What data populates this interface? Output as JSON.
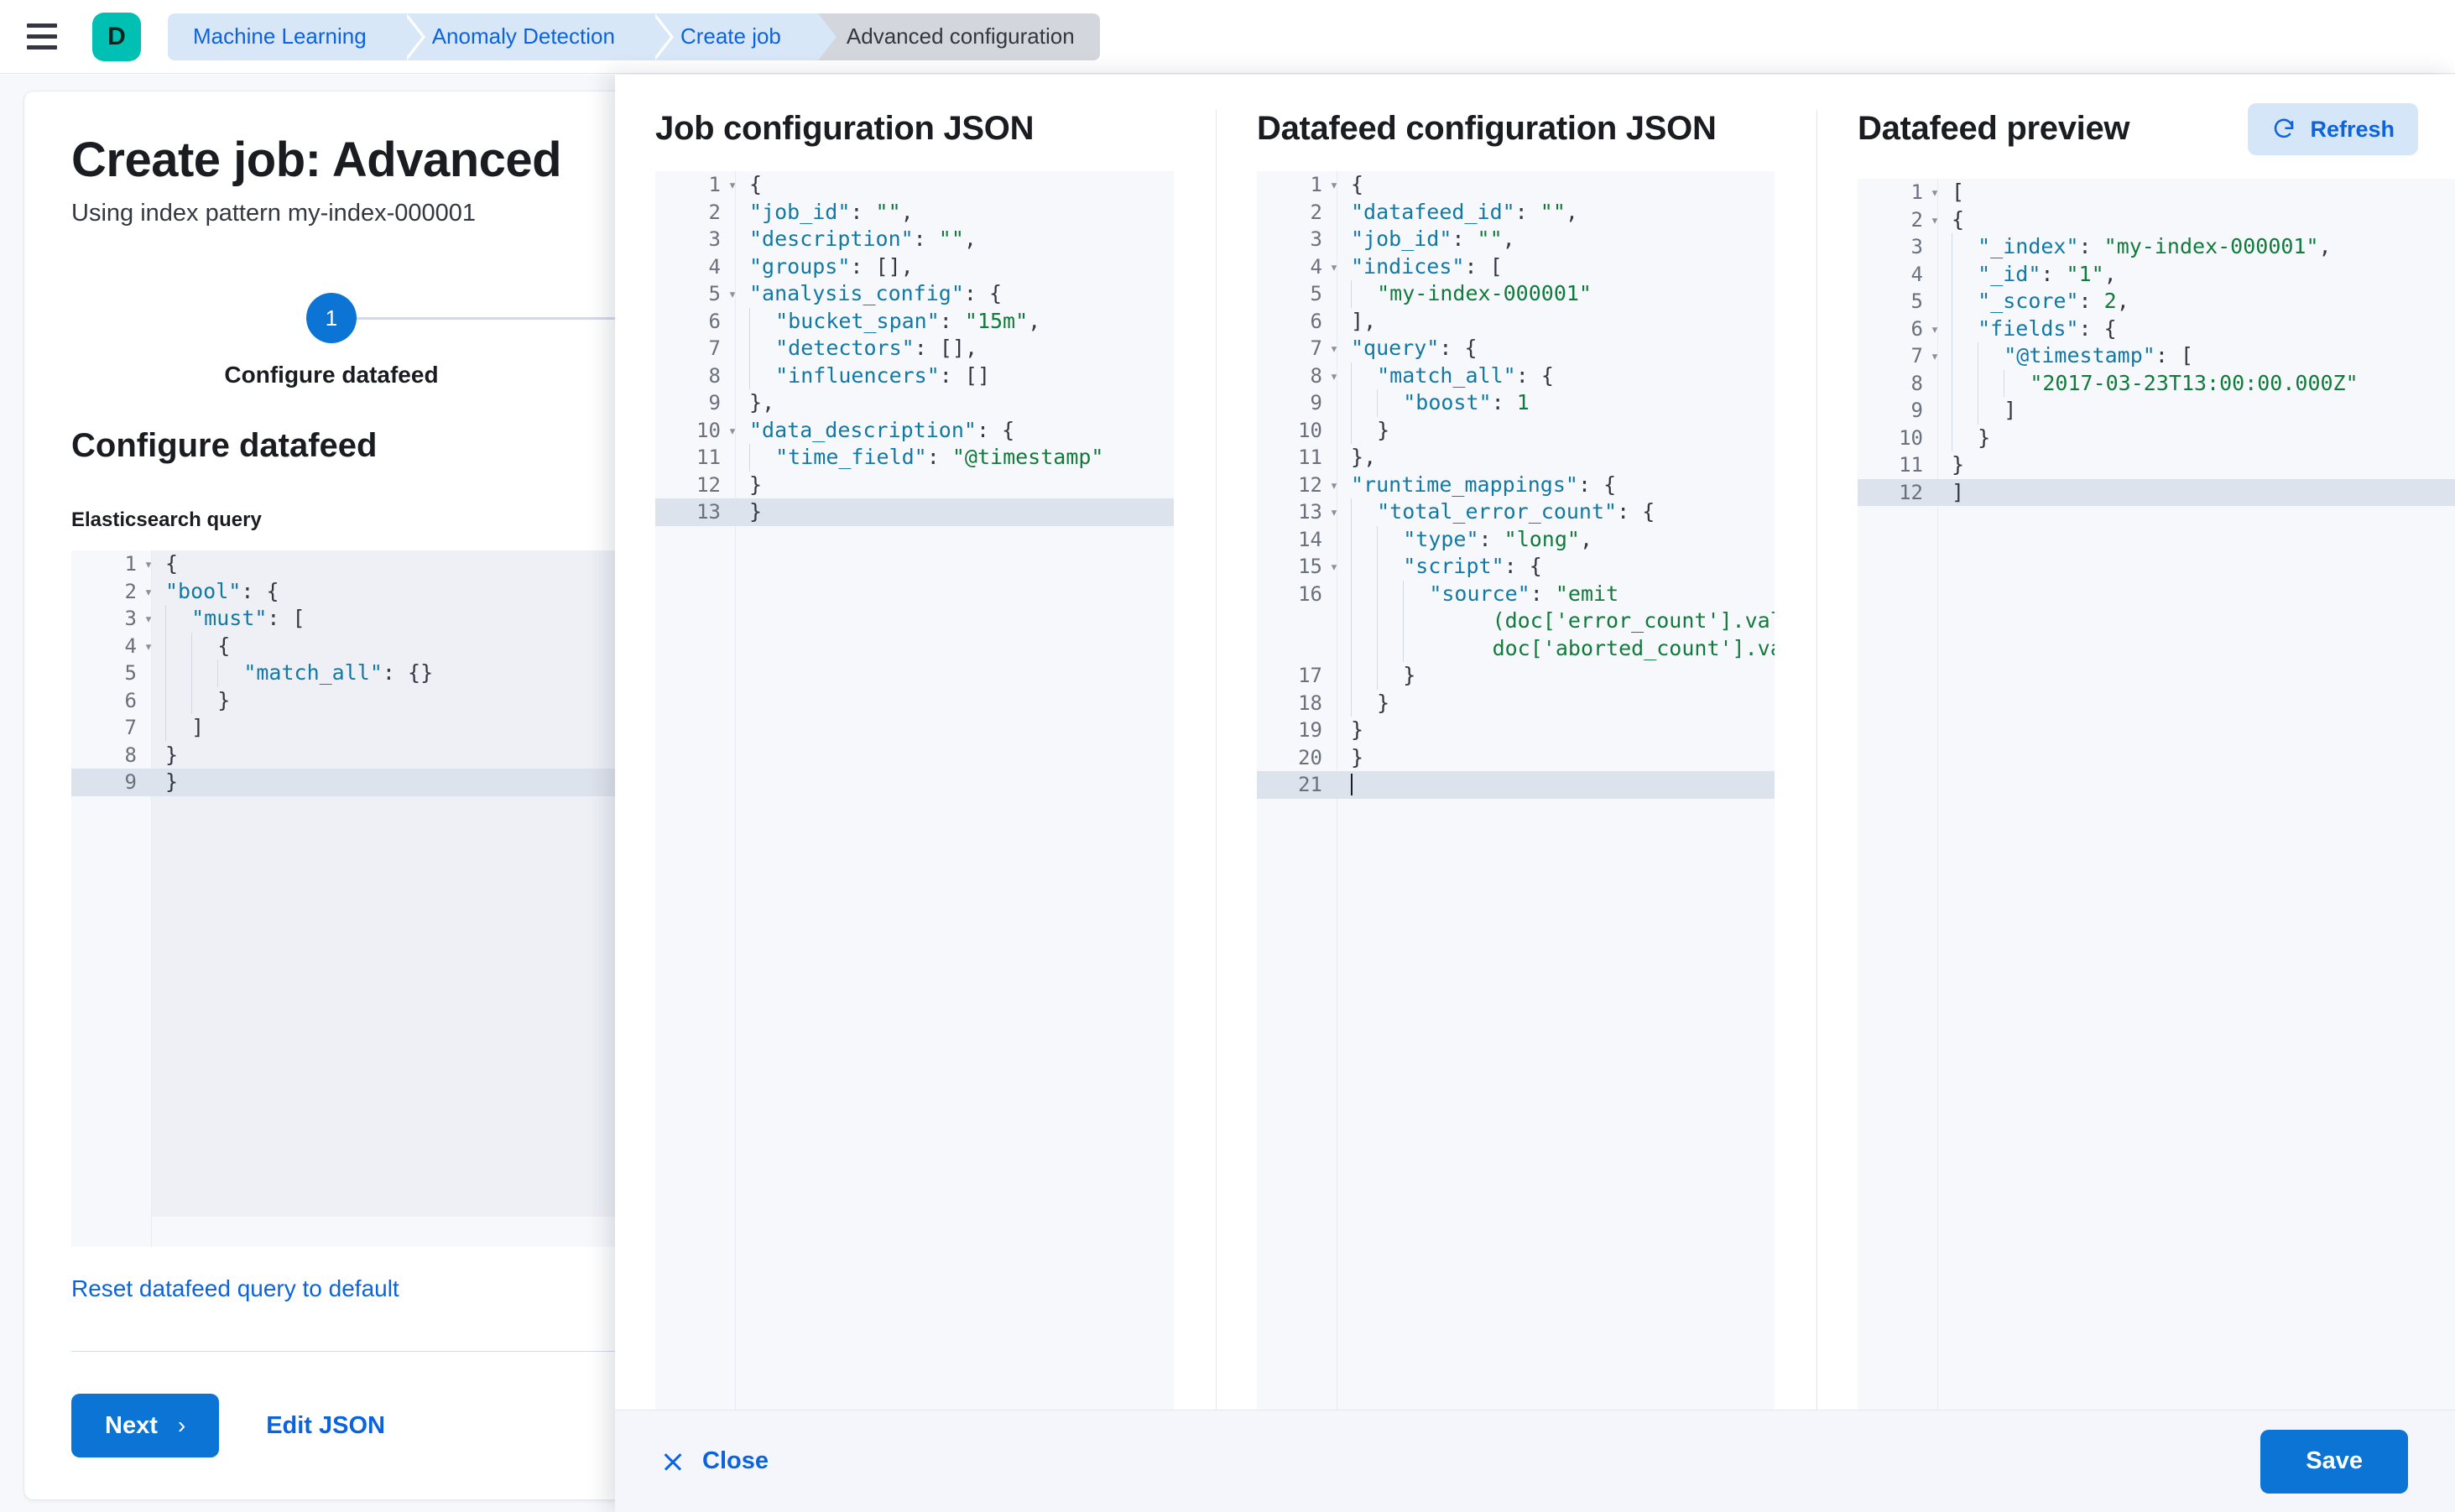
{
  "topbar": {
    "menu_icon": "hamburger-menu-icon",
    "logo_letter": "D",
    "breadcrumbs": [
      {
        "label": "Machine Learning",
        "current": false
      },
      {
        "label": "Anomaly Detection",
        "current": false
      },
      {
        "label": "Create job",
        "current": false
      },
      {
        "label": "Advanced configuration",
        "current": true
      }
    ]
  },
  "wizard": {
    "title": "Create job: Advanced",
    "subtitle": "Using index pattern my-index-000001",
    "step_number": "1",
    "step_label": "Configure datafeed",
    "section_title": "Configure datafeed",
    "query_label": "Elasticsearch query",
    "reset_link": "Reset datafeed query to default",
    "next_label": "Next",
    "next_chevron": "chevron-right-icon",
    "edit_json_label": "Edit JSON",
    "query_lines": [
      {
        "n": "1",
        "fold": true,
        "code": "{",
        "indent": 0,
        "hl": false
      },
      {
        "n": "2",
        "fold": true,
        "code": "\"bool\": {",
        "indent": 0,
        "hl": false
      },
      {
        "n": "3",
        "fold": true,
        "code": "\"must\": [",
        "indent": 1,
        "hl": false
      },
      {
        "n": "4",
        "fold": true,
        "code": "{",
        "indent": 2,
        "hl": false
      },
      {
        "n": "5",
        "fold": false,
        "code": "\"match_all\": {}",
        "indent": 3,
        "hl": false
      },
      {
        "n": "6",
        "fold": false,
        "code": "}",
        "indent": 2,
        "hl": false
      },
      {
        "n": "7",
        "fold": false,
        "code": "]",
        "indent": 1,
        "hl": false
      },
      {
        "n": "8",
        "fold": false,
        "code": "}",
        "indent": 0,
        "hl": false
      },
      {
        "n": "9",
        "fold": false,
        "code": "}",
        "indent": 0,
        "hl": true
      }
    ]
  },
  "flyout": {
    "columns": [
      {
        "title": "Job configuration JSON",
        "lines": [
          {
            "n": "1",
            "fold": true,
            "code": "{",
            "indent": 0,
            "hl": false
          },
          {
            "n": "2",
            "fold": false,
            "code": "\"job_id\": \"\",",
            "indent": 0,
            "hl": false
          },
          {
            "n": "3",
            "fold": false,
            "code": "\"description\": \"\",",
            "indent": 0,
            "hl": false
          },
          {
            "n": "4",
            "fold": false,
            "code": "\"groups\": [],",
            "indent": 0,
            "hl": false
          },
          {
            "n": "5",
            "fold": true,
            "code": "\"analysis_config\": {",
            "indent": 0,
            "hl": false
          },
          {
            "n": "6",
            "fold": false,
            "code": "\"bucket_span\": \"15m\",",
            "indent": 1,
            "hl": false
          },
          {
            "n": "7",
            "fold": false,
            "code": "\"detectors\": [],",
            "indent": 1,
            "hl": false
          },
          {
            "n": "8",
            "fold": false,
            "code": "\"influencers\": []",
            "indent": 1,
            "hl": false
          },
          {
            "n": "9",
            "fold": false,
            "code": "},",
            "indent": 0,
            "hl": false
          },
          {
            "n": "10",
            "fold": true,
            "code": "\"data_description\": {",
            "indent": 0,
            "hl": false
          },
          {
            "n": "11",
            "fold": false,
            "code": "\"time_field\": \"@timestamp\"",
            "indent": 1,
            "hl": false
          },
          {
            "n": "12",
            "fold": false,
            "code": "}",
            "indent": 0,
            "hl": false
          },
          {
            "n": "13",
            "fold": false,
            "code": "}",
            "indent": 0,
            "hl": true
          }
        ]
      },
      {
        "title": "Datafeed configuration JSON",
        "lines": [
          {
            "n": "1",
            "fold": true,
            "code": "{",
            "indent": 0,
            "hl": false
          },
          {
            "n": "2",
            "fold": false,
            "code": "\"datafeed_id\": \"\",",
            "indent": 0,
            "hl": false
          },
          {
            "n": "3",
            "fold": false,
            "code": "\"job_id\": \"\",",
            "indent": 0,
            "hl": false
          },
          {
            "n": "4",
            "fold": true,
            "code": "\"indices\": [",
            "indent": 0,
            "hl": false
          },
          {
            "n": "5",
            "fold": false,
            "code": "\"my-index-000001\"",
            "indent": 1,
            "hl": false
          },
          {
            "n": "6",
            "fold": false,
            "code": "],",
            "indent": 0,
            "hl": false
          },
          {
            "n": "7",
            "fold": true,
            "code": "\"query\": {",
            "indent": 0,
            "hl": false
          },
          {
            "n": "8",
            "fold": true,
            "code": "\"match_all\": {",
            "indent": 1,
            "hl": false
          },
          {
            "n": "9",
            "fold": false,
            "code": "\"boost\": 1",
            "indent": 2,
            "hl": false
          },
          {
            "n": "10",
            "fold": false,
            "code": "}",
            "indent": 1,
            "hl": false
          },
          {
            "n": "11",
            "fold": false,
            "code": "},",
            "indent": 0,
            "hl": false
          },
          {
            "n": "12",
            "fold": true,
            "code": "\"runtime_mappings\": {",
            "indent": 0,
            "hl": false
          },
          {
            "n": "13",
            "fold": true,
            "code": "\"total_error_count\": {",
            "indent": 1,
            "hl": false
          },
          {
            "n": "14",
            "fold": false,
            "code": "\"type\": \"long\",",
            "indent": 2,
            "hl": false
          },
          {
            "n": "15",
            "fold": true,
            "code": "\"script\": {",
            "indent": 2,
            "hl": false
          },
          {
            "n": "16",
            "fold": false,
            "code": "\"source\": \"emit",
            "indent": 3,
            "hl": false,
            "wrapped": [
              "(doc['error_count'].value +",
              "doc['aborted_count'].value)\""
            ]
          },
          {
            "n": "17",
            "fold": false,
            "code": "}",
            "indent": 2,
            "hl": false
          },
          {
            "n": "18",
            "fold": false,
            "code": "}",
            "indent": 1,
            "hl": false
          },
          {
            "n": "19",
            "fold": false,
            "code": "}",
            "indent": 0,
            "hl": false
          },
          {
            "n": "20",
            "fold": false,
            "code": "}",
            "indent": 0,
            "hl": false
          },
          {
            "n": "21",
            "fold": false,
            "code": "",
            "indent": 0,
            "hl": true,
            "caret": true
          }
        ]
      },
      {
        "title": "Datafeed preview",
        "refresh_label": "Refresh",
        "refresh_icon": "refresh-icon",
        "lines": [
          {
            "n": "1",
            "fold": true,
            "code": "[",
            "indent": 0,
            "hl": false
          },
          {
            "n": "2",
            "fold": true,
            "code": "{",
            "indent": 0,
            "hl": false
          },
          {
            "n": "3",
            "fold": false,
            "code": "\"_index\": \"my-index-000001\",",
            "indent": 1,
            "hl": false
          },
          {
            "n": "4",
            "fold": false,
            "code": "\"_id\": \"1\",",
            "indent": 1,
            "hl": false
          },
          {
            "n": "5",
            "fold": false,
            "code": "\"_score\": 2,",
            "indent": 1,
            "hl": false
          },
          {
            "n": "6",
            "fold": true,
            "code": "\"fields\": {",
            "indent": 1,
            "hl": false
          },
          {
            "n": "7",
            "fold": true,
            "code": "\"@timestamp\": [",
            "indent": 2,
            "hl": false
          },
          {
            "n": "8",
            "fold": false,
            "code": "\"2017-03-23T13:00:00.000Z\"",
            "indent": 3,
            "hl": false
          },
          {
            "n": "9",
            "fold": false,
            "code": "]",
            "indent": 2,
            "hl": false
          },
          {
            "n": "10",
            "fold": false,
            "code": "}",
            "indent": 1,
            "hl": false
          },
          {
            "n": "11",
            "fold": false,
            "code": "}",
            "indent": 0,
            "hl": false
          },
          {
            "n": "12",
            "fold": false,
            "code": "]",
            "indent": 0,
            "hl": true
          }
        ]
      }
    ],
    "footer": {
      "close_label": "Close",
      "close_icon": "close-x-icon",
      "save_label": "Save"
    }
  },
  "colors": {
    "primary": "#0b74d4",
    "link": "#0b64dd",
    "brand": "#00bfb3",
    "editor_bg": "#f7f8fc",
    "highlight": "#dde3ed",
    "string": "#117b3b",
    "key": "#1279a5"
  }
}
